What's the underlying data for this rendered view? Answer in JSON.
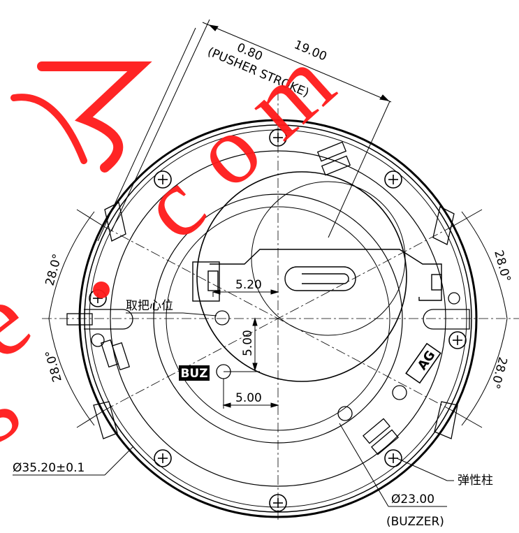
{
  "dimensions": {
    "pusher_stroke_value": "0.80",
    "pusher_stroke_note": "(PUSHER STROKE)",
    "top_width": "19.00",
    "offset_x": "5.20",
    "buzzer_offset_y": "5.00",
    "buzzer_offset_x": "5.00",
    "angle_upper_left": "28.0°",
    "angle_lower_left": "28.0°",
    "angle_upper_right": "28.0°",
    "angle_lower_right": "28.0°",
    "outer_diameter": "Ø35.20±0.1",
    "buzzer_diameter": "Ø23.00",
    "buzzer_note": "(BUZZER)"
  },
  "labels": {
    "pick_center": "取把心位",
    "buz_mark": "BUZ",
    "ag_mark": "AG",
    "spring_post": "弹性柱"
  },
  "colors": {
    "line": "#000000",
    "watermark": "#ff1a1a"
  }
}
